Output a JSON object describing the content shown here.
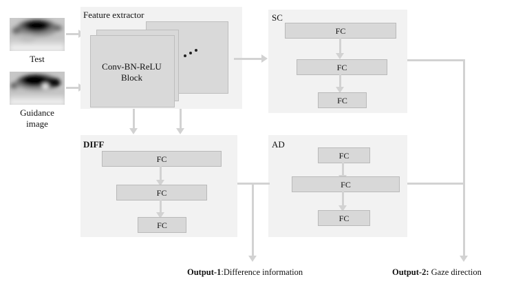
{
  "figure": {
    "inputs": [
      {
        "caption": "Test",
        "icon": "eye-image"
      },
      {
        "caption_line1": "Guidance",
        "caption_line2": "image",
        "icon": "eye-image"
      }
    ],
    "feature_extractor": {
      "title": "Feature extractor",
      "block_label_line1": "Conv-BN-ReLU",
      "block_label_line2": "Block",
      "ellipsis": "•••"
    },
    "panels": [
      {
        "title": "SC",
        "layers": [
          "FC",
          "FC",
          "FC"
        ]
      },
      {
        "title": "DIFF",
        "layers": [
          "FC",
          "FC",
          "FC"
        ]
      },
      {
        "title": "AD",
        "layers": [
          "FC",
          "FC",
          "FC"
        ]
      }
    ],
    "outputs": [
      {
        "tag": "Output-1",
        "sep": ":",
        "text": "Difference information"
      },
      {
        "tag": "Output-2",
        "sep": ":",
        "text": " Gaze direction"
      }
    ],
    "colors": {
      "panel_bg": "#f2f2f2",
      "box_bg": "#d8d8d8",
      "box_border": "#b9b9b9",
      "connector": "#d2d2d2",
      "card_bg": "#d9d9d9",
      "text": "#111111"
    }
  }
}
